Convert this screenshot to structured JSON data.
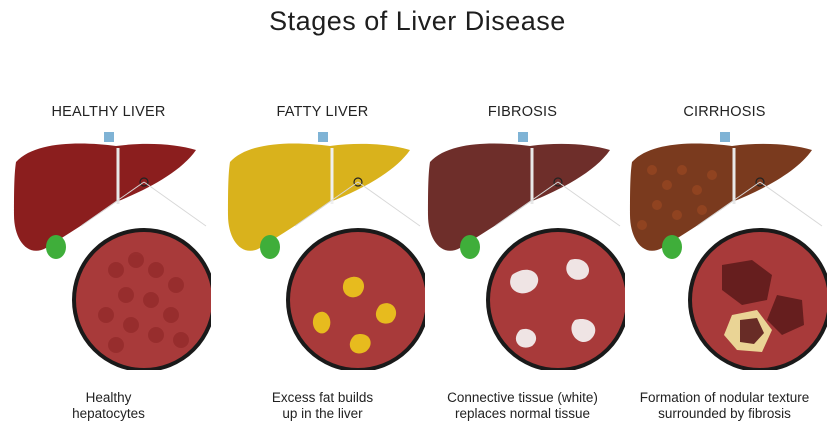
{
  "title": "Stages of Liver Disease",
  "stages": [
    {
      "label": "HEALTHY LIVER",
      "caption_line1": "Healthy",
      "caption_line2": "hepatocytes",
      "liver_color": "#8b1e1e",
      "tissue_color": "#a83a3a",
      "accent_color": ""
    },
    {
      "label": "FATTY LIVER",
      "caption_line1": "Excess fat builds",
      "caption_line2": "up in the liver",
      "liver_color": "#d9b21c",
      "tissue_color": "#a83a3a",
      "accent_color": "#f2d21a"
    },
    {
      "label": "FIBROSIS",
      "caption_line1": "Connective tissue (white)",
      "caption_line2": "replaces normal tissue",
      "liver_color": "#6e2e2a",
      "tissue_color": "#a83a3a",
      "accent_color": "#f3eeee"
    },
    {
      "label": "CIRRHOSIS",
      "caption_line1": "Formation of nodular texture",
      "caption_line2": "surrounded by fibrosis",
      "liver_color": "#7a3a1e",
      "tissue_color": "#a83a3a",
      "accent_color": "#5a1a1a"
    }
  ]
}
